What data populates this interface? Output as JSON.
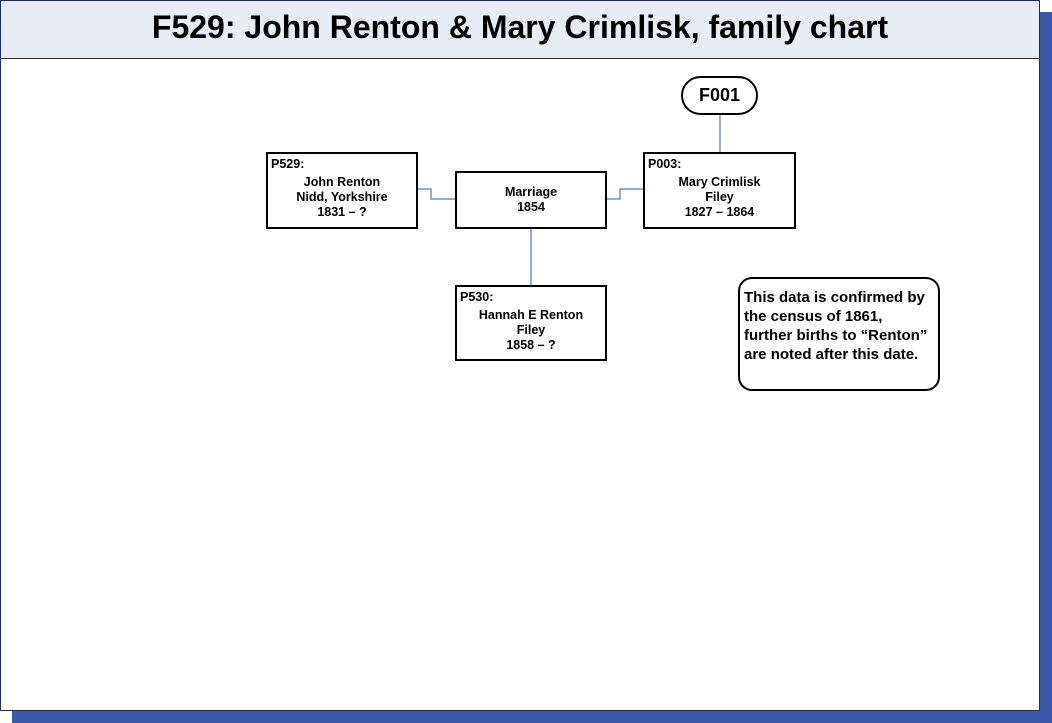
{
  "chart": {
    "title": "F529: John Renton & Mary Crimlisk, family chart"
  },
  "family_link": {
    "label": "F001"
  },
  "persons": {
    "husband": {
      "id": "P529:",
      "name": "John Renton",
      "place": "Nidd, Yorkshire",
      "dates": "1831 – ?"
    },
    "wife": {
      "id": "P003:",
      "name": "Mary Crimlisk",
      "place": "Filey",
      "dates": "1827 – 1864"
    },
    "child": {
      "id": "P530:",
      "name": "Hannah E Renton",
      "place": "Filey",
      "dates": "1858 – ?"
    }
  },
  "marriage": {
    "label": "Marriage",
    "year": "1854"
  },
  "note": {
    "text": "This data is confirmed by the census of 1861, further births to “Renton” are noted after this date."
  },
  "colors": {
    "connector": "#4a7cc2",
    "page_shadow": "#3a57a8",
    "title_background": "#e8ecf5"
  }
}
